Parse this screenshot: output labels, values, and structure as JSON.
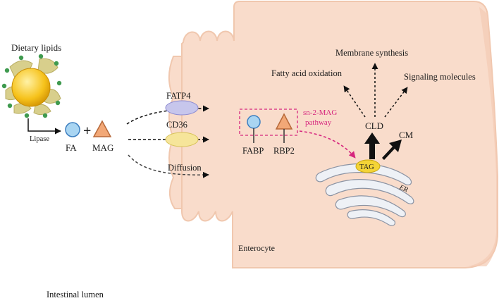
{
  "labels": {
    "dietary_lipids": "Dietary lipids",
    "lipase": "Lipase",
    "fa": "FA",
    "plus": "+",
    "mag": "MAG",
    "fatp4": "FATP4",
    "cd36": "CD36",
    "diffusion": "Diffusion",
    "fabp": "FABP",
    "rbp2": "RBP2",
    "pathway_line1": "sn-2-MAG",
    "pathway_line2": "pathway",
    "tag": "TAG",
    "er": "ER",
    "cld": "CLD",
    "cm": "CM",
    "membrane_synthesis": "Membrane synthesis",
    "fatty_acid_oxidation": "Fatty acid oxidation",
    "signaling_molecules": "Signaling molecules",
    "enterocyte": "Enterocyte",
    "intestinal_lumen": "Intestinal lumen"
  },
  "colors": {
    "cell_fill": "#f9dccb",
    "cell_edge": "#f0c7ae",
    "circle_fill": "#a9d5f2",
    "circle_edge": "#3d7fc0",
    "triangle_fill": "#f2a877",
    "triangle_edge": "#b7693a",
    "fatp4_fill": "#c7c6ec",
    "cd36_fill": "#f6e59a",
    "tag_fill": "#f4d437",
    "lipid_core": "#f6c21b",
    "protein": "#d8cf8c",
    "dot": "#3f9a4f",
    "pink": "#d6267e",
    "er_fill": "#eef1f6",
    "er_edge": "#8b93a3"
  }
}
